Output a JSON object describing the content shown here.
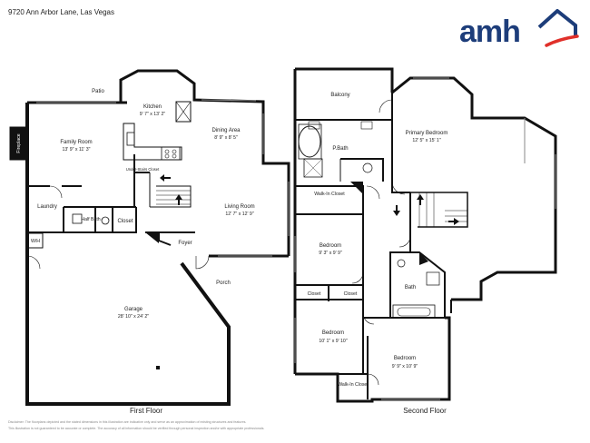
{
  "address": "9720 Ann Arbor Lane, Las Vegas",
  "brand": {
    "wordmark": "amh",
    "icon": "house-roof-logo-icon",
    "colors": {
      "navy": "#1d3d7a",
      "red": "#e0302a"
    }
  },
  "first_floor": {
    "caption": "First Floor",
    "rooms": {
      "patio": {
        "name": "Patio",
        "dims": ""
      },
      "kitchen": {
        "name": "Kitchen",
        "dims": "9' 7\" x 13' 2\""
      },
      "dining": {
        "name": "Dining Area",
        "dims": "8' 9\" x 8' 5\""
      },
      "family": {
        "name": "Family Room",
        "dims": "13' 9\" x 11' 3\""
      },
      "fireplace": {
        "name": "Fireplace",
        "dims": ""
      },
      "understairs": {
        "name": "Under-Stairs Closet",
        "dims": ""
      },
      "living": {
        "name": "Living Room",
        "dims": "12' 7\" x 12' 9\""
      },
      "laundry": {
        "name": "Laundry",
        "dims": ""
      },
      "halfbath": {
        "name": "Half Bath",
        "dims": ""
      },
      "closet": {
        "name": "Closet",
        "dims": ""
      },
      "foyer": {
        "name": "Foyer",
        "dims": ""
      },
      "wh": {
        "name": "W/H",
        "dims": ""
      },
      "porch": {
        "name": "Porch",
        "dims": ""
      },
      "garage": {
        "name": "Garage",
        "dims": "28' 10\" x 24' 2\""
      }
    }
  },
  "second_floor": {
    "caption": "Second Floor",
    "rooms": {
      "balcony": {
        "name": "Balcony",
        "dims": ""
      },
      "pbath": {
        "name": "P.Bath",
        "dims": ""
      },
      "primary": {
        "name": "Primary Bedroom",
        "dims": "12' 5\" x 15' 1\""
      },
      "walkin1": {
        "name": "Walk-In Closet",
        "dims": ""
      },
      "bed2": {
        "name": "Bedroom",
        "dims": "9' 3\" x 9' 9\""
      },
      "bath": {
        "name": "Bath",
        "dims": ""
      },
      "closet_a": {
        "name": "Closet",
        "dims": ""
      },
      "closet_b": {
        "name": "Closet",
        "dims": ""
      },
      "bed3": {
        "name": "Bedroom",
        "dims": "10' 1\" x 9' 10\""
      },
      "bed4": {
        "name": "Bedroom",
        "dims": "9' 9\" x 10' 9\""
      },
      "walkin2": {
        "name": "Walk-In Closet",
        "dims": ""
      }
    }
  },
  "disclaimer": {
    "line1": "Disclaimer: The floorplans depicted and the stated dimensions in this illustration are indicative only and serve as an approximation of existing structures and features.",
    "line2": "This illustration is not guaranteed to be accurate or complete. The accuracy of all information should be verified through personal inspection and/or with appropriate professionals."
  }
}
